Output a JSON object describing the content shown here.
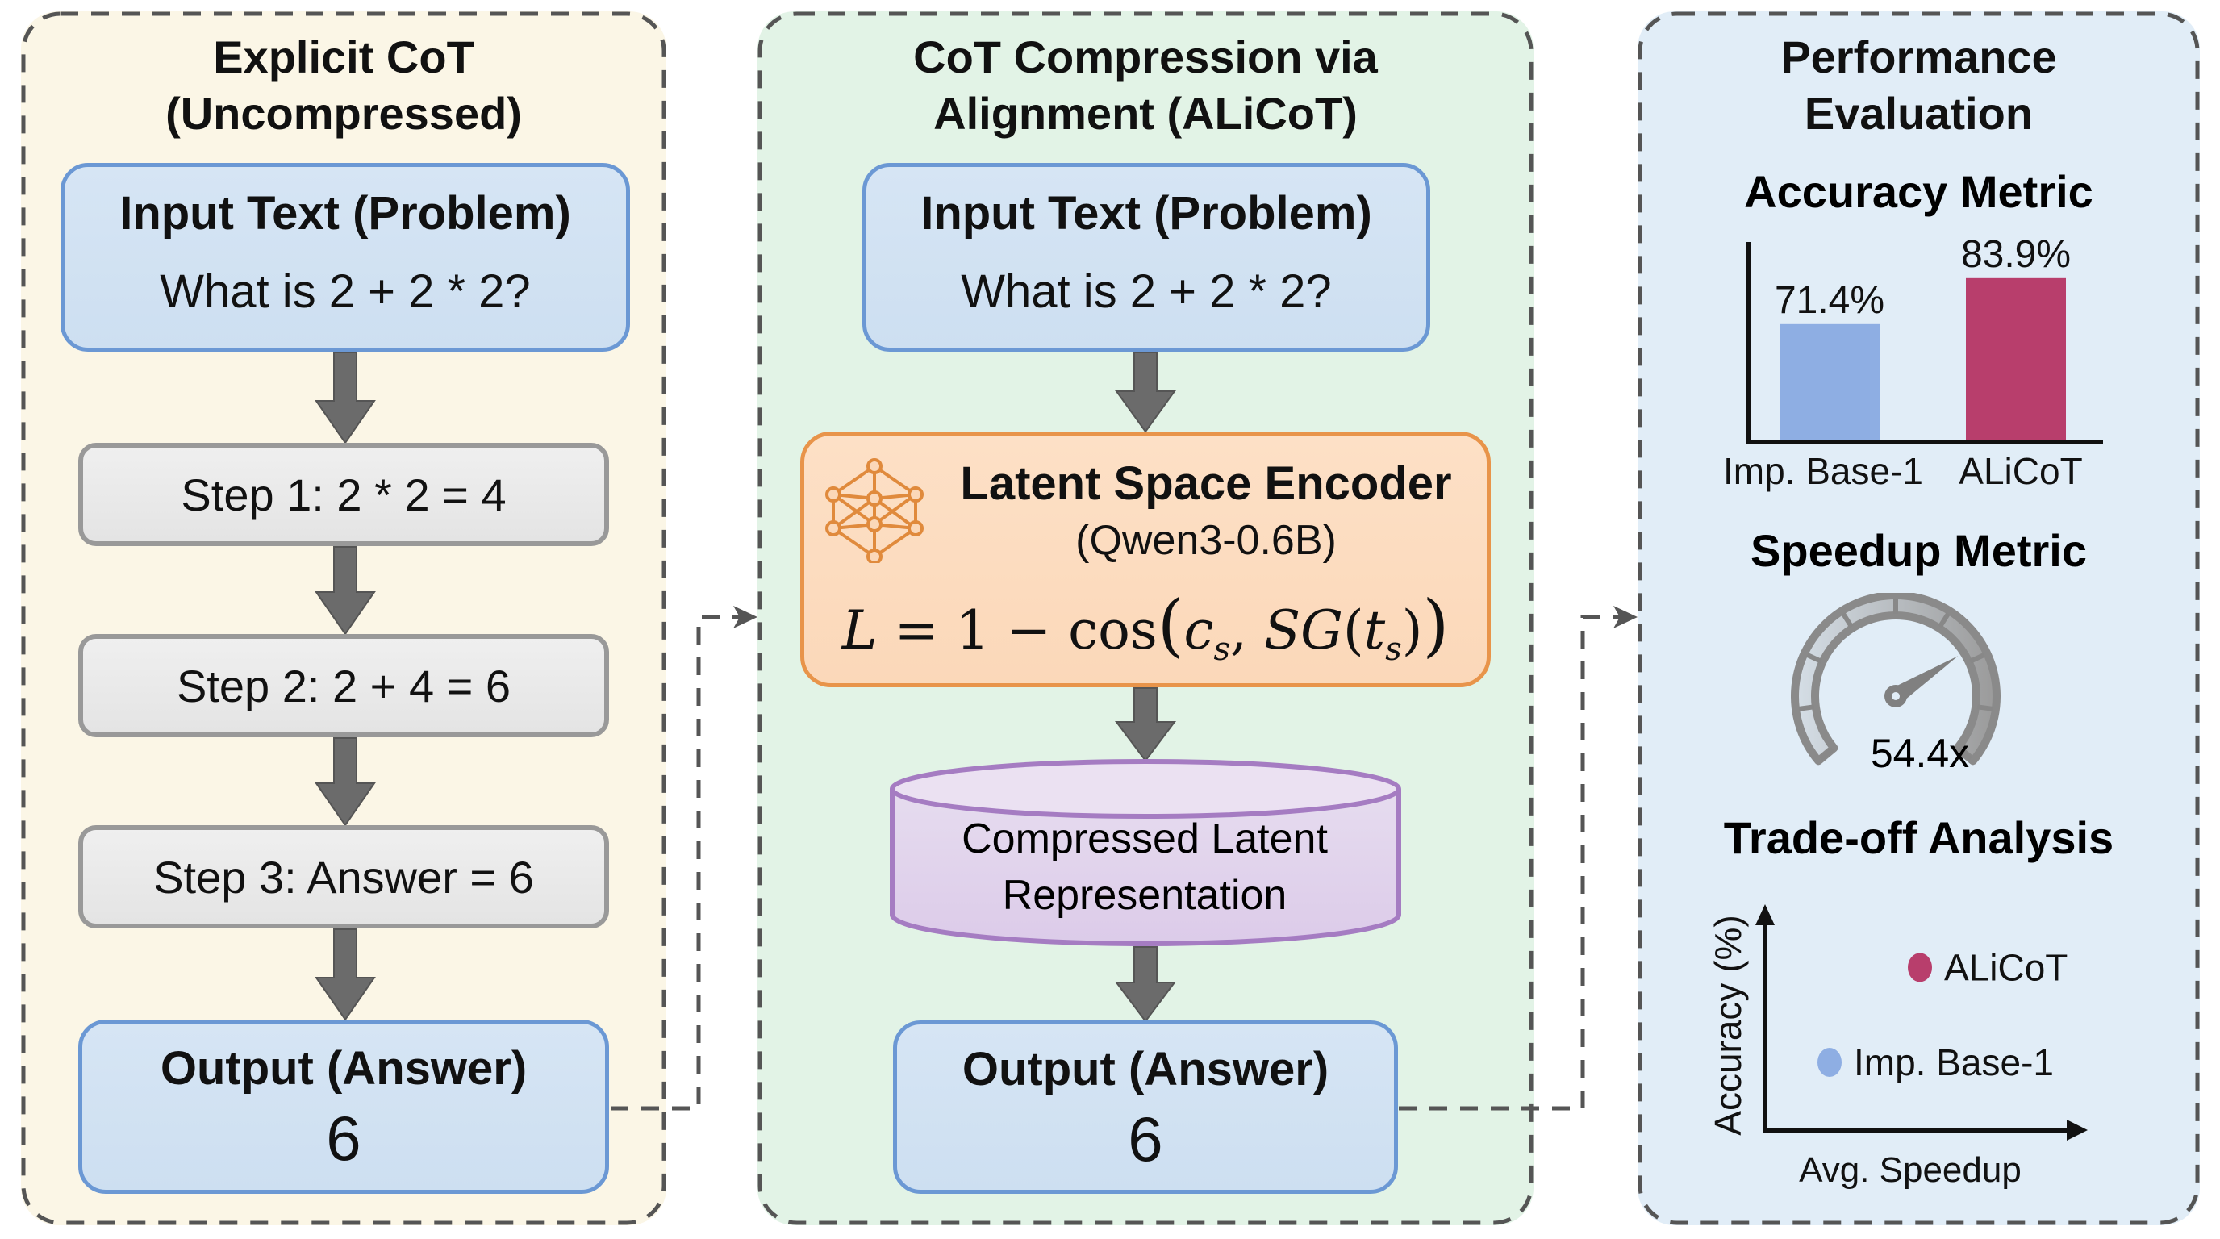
{
  "panels": {
    "explicit": {
      "title_line1": "Explicit CoT",
      "title_line2": "(Uncompressed)",
      "input": {
        "title": "Input Text (Problem)",
        "value": "What is 2 + 2 * 2?"
      },
      "steps": [
        "Step 1: 2 * 2 = 4",
        "Step 2: 2 + 4 = 6",
        "Step 3: Answer = 6"
      ],
      "output": {
        "title": "Output (Answer)",
        "value": "6"
      }
    },
    "alicot": {
      "title_line1": "CoT Compression via",
      "title_line2": "Alignment (ALiCoT)",
      "input": {
        "title": "Input Text (Problem)",
        "value": "What is 2 + 2 * 2?"
      },
      "encoder": {
        "icon": "neural-network-icon",
        "title": "Latent Space Encoder",
        "subtitle": "(Qwen3-0.6B)",
        "formula": {
          "lhs": "L",
          "eq": "=",
          "one": "1",
          "minus": "−",
          "cos": "cos",
          "c": "c",
          "s1": "s",
          "comma": ",",
          "sg": "SG",
          "t": "t",
          "s2": "s"
        }
      },
      "latent": {
        "line1": "Compressed Latent",
        "line2": "Representation"
      },
      "output": {
        "title": "Output (Answer)",
        "value": "6"
      }
    },
    "evaluation": {
      "title_line1": "Performance",
      "title_line2": "Evaluation",
      "accuracy_title": "Accuracy Metric",
      "speedup_title": "Speedup Metric",
      "speedup_value": "54.4x",
      "tradeoff_title": "Trade-off Analysis"
    }
  },
  "colors": {
    "explicit_bg": "#fbf6e6",
    "alicot_bg": "#e2f3e6",
    "eval_bg": "#e1edf7",
    "base_color": "#8eaee3",
    "alicot_color": "#b83e6c",
    "arrow": "#6b6b6b",
    "dash": "#555555"
  },
  "chart_data": [
    {
      "type": "bar",
      "title": "Accuracy Metric",
      "categories": [
        "Imp. Base-1",
        "ALiCoT"
      ],
      "values": [
        71.4,
        83.9
      ],
      "value_labels": [
        "71.4%",
        "83.9%"
      ],
      "xlabel": "",
      "ylabel": "",
      "ylim": [
        0,
        100
      ],
      "grid": false
    },
    {
      "type": "gauge",
      "title": "Speedup Metric",
      "value_label": "54.4x",
      "needle_fraction": 0.72
    },
    {
      "type": "scatter",
      "title": "Trade-off Analysis",
      "xlabel": "Avg. Speedup",
      "ylabel": "Accuracy (%)",
      "points": [
        {
          "name": "ALiCoT",
          "x": 0.48,
          "y": 0.72
        },
        {
          "name": "Imp. Base-1",
          "x": 0.2,
          "y": 0.3
        }
      ],
      "grid": false,
      "legend": "inline"
    }
  ]
}
